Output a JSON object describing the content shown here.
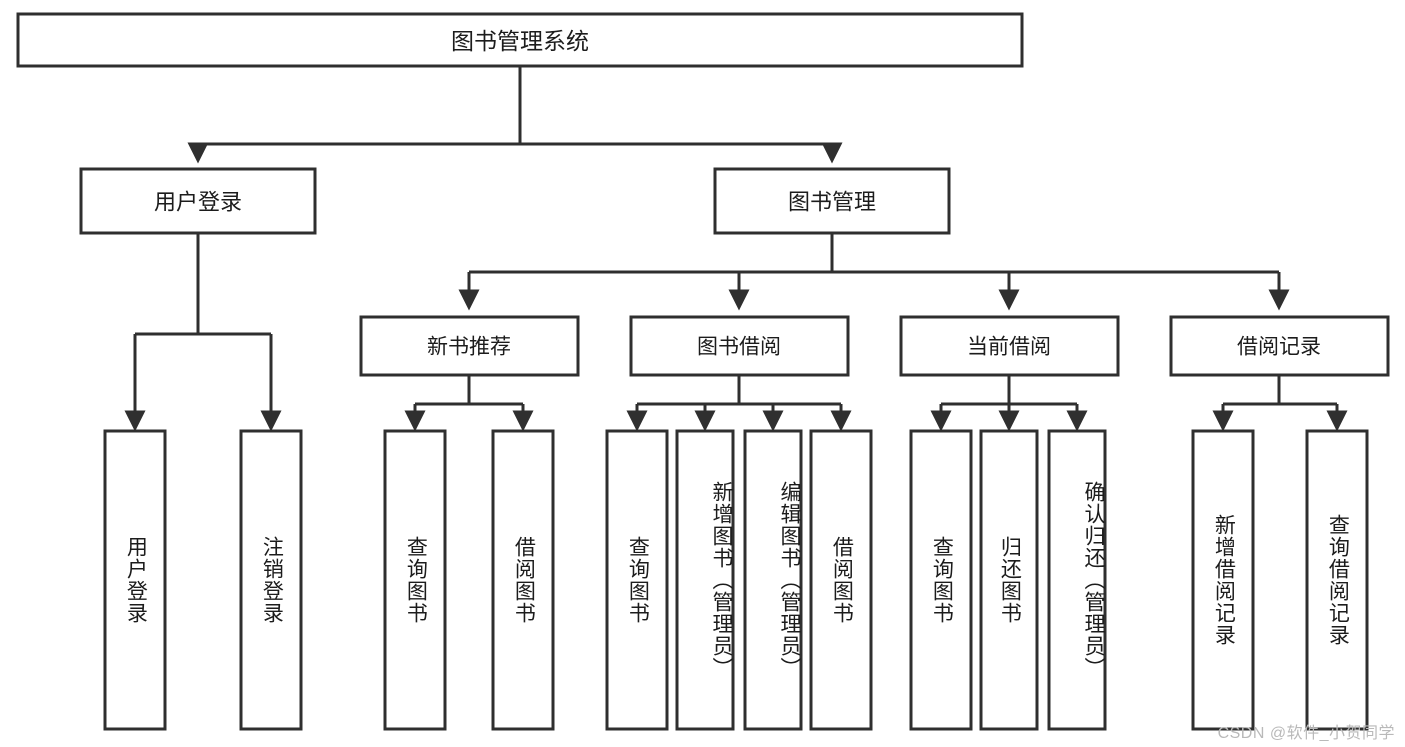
{
  "diagram": {
    "title": "图书管理系统",
    "type": "tree-hierarchy-diagram",
    "colors": {
      "stroke": "#2f2f2f",
      "fill": "#ffffff",
      "text": "#1c1c1c",
      "watermark": "#b9b9b9"
    },
    "root": {
      "label": "图书管理系统"
    },
    "level2": [
      {
        "label": "用户登录"
      },
      {
        "label": "图书管理"
      }
    ],
    "level3": [
      {
        "label": "新书推荐"
      },
      {
        "label": "图书借阅"
      },
      {
        "label": "当前借阅"
      },
      {
        "label": "借阅记录"
      }
    ],
    "leaves": {
      "user_login": [
        {
          "label": "用户登录"
        },
        {
          "label": "注销登录"
        }
      ],
      "new_book_recommend": [
        {
          "label": "查询图书"
        },
        {
          "label": "借阅图书"
        }
      ],
      "book_borrow": [
        {
          "label": "查询图书"
        },
        {
          "label": "新增图书（管理员）"
        },
        {
          "label": "编辑图书（管理员）"
        },
        {
          "label": "借阅图书"
        }
      ],
      "current_borrow": [
        {
          "label": "查询图书"
        },
        {
          "label": "归还图书"
        },
        {
          "label": "确认归还（管理员）"
        }
      ],
      "borrow_record": [
        {
          "label": "新增借阅记录"
        },
        {
          "label": "查询借阅记录"
        }
      ]
    },
    "watermark": "CSDN @软件_小贺同学"
  }
}
